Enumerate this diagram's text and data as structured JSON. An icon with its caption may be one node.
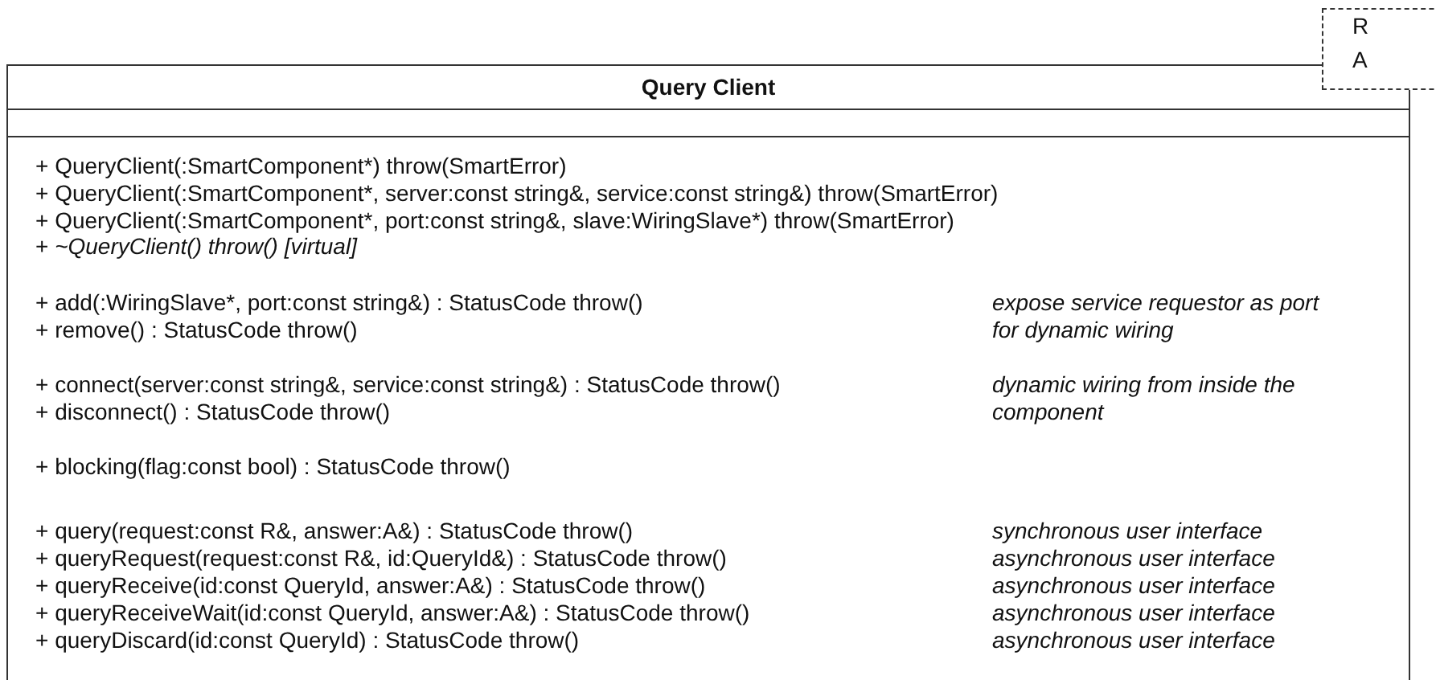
{
  "diagram": {
    "nodes": [
      {
        "text": [
          "Query Client"
        ]
      },
      {
        "text": [
          "R",
          "A"
        ]
      }
    ],
    "edges": [],
    "labels": [
      "+ QueryClient(:SmartComponent*) throw(SmartError)",
      "+ QueryClient(:SmartComponent*, server:const string&, service:const string&) throw(SmartError)",
      "+ QueryClient(:SmartComponent*, port:const string&, slave:WiringSlave*) throw(SmartError)",
      "+ *~QueryClient() throw() [virtual]*",
      "+ add(:WiringSlave*, port:const string&) : StatusCode throw()",
      "expose service requestor as port for dynamic wiring",
      "+ remove() : StatusCode throw()",
      "+ connect(server:const string&, service:const string&) : StatusCode throw()",
      "dynamic wiring from inside the component",
      "+ disconnect() : StatusCode throw()",
      "+ blocking(flag:const bool) : StatusCode throw()",
      "+ query(request:const R&, answer:A&) : StatusCode throw()",
      "synchronous user interface",
      "+ queryRequest(request:const R&, id:QueryId&) : StatusCode throw()",
      "asynchronous user interface",
      "+ queryReceive(id:const QueryId, answer:A&) : StatusCode throw()",
      "asynchronous user interface",
      "+ queryReceiveWait(id:const QueryId, answer:A&) : StatusCode throw()",
      "asynchronous user interface",
      "+ queryDiscard(id:const QueryId) : StatusCode throw()",
      "asynchronous user interface"
    ]
  }
}
